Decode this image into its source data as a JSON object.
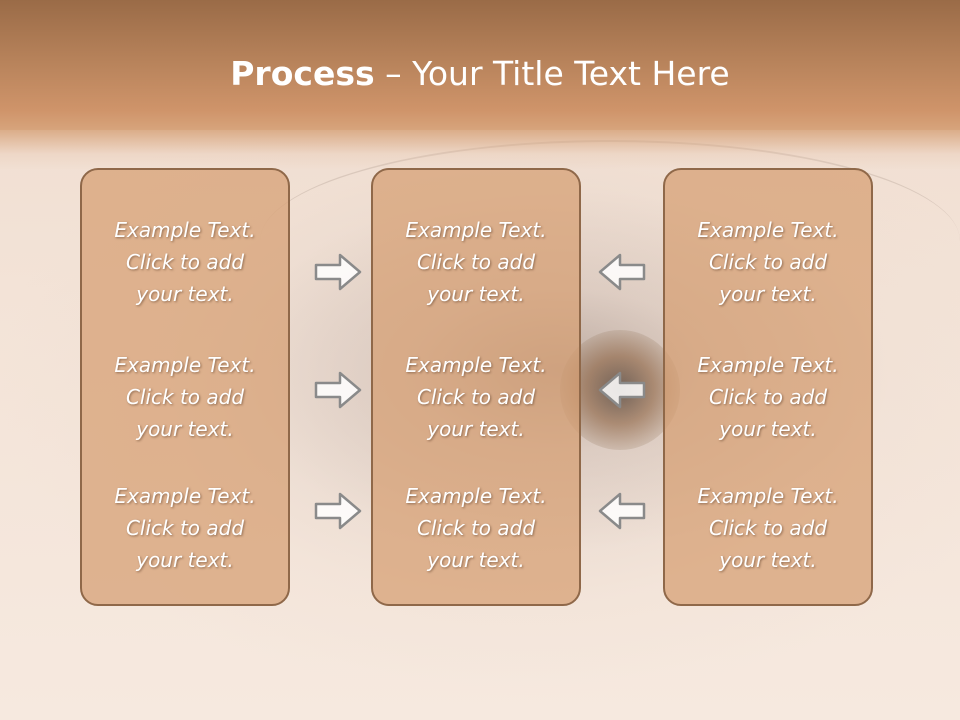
{
  "slide": {
    "title_bold": "Process",
    "title_rest": " – Your Title Text Here"
  },
  "columns": [
    {
      "items": [
        {
          "line1": "Example Text.",
          "line2": "Click  to add",
          "line3": "your text."
        },
        {
          "line1": "Example Text.",
          "line2": "Click  to add",
          "line3": "your text."
        },
        {
          "line1": "Example Text.",
          "line2": "Click  to add",
          "line3": "your text."
        }
      ]
    },
    {
      "items": [
        {
          "line1": "Example Text.",
          "line2": "Click  to add",
          "line3": "your text."
        },
        {
          "line1": "Example Text.",
          "line2": "Click  to add",
          "line3": "your text."
        },
        {
          "line1": "Example Text.",
          "line2": "Click  to add",
          "line3": "your text."
        }
      ]
    },
    {
      "items": [
        {
          "line1": "Example Text.",
          "line2": "Click  to add",
          "line3": "your text."
        },
        {
          "line1": "Example Text.",
          "line2": "Click  to add",
          "line3": "your text."
        },
        {
          "line1": "Example Text.",
          "line2": "Click  to add",
          "line3": "your text."
        }
      ]
    }
  ],
  "arrows": {
    "left_group": "arrow-right-icon",
    "right_group": "arrow-left-icon"
  },
  "colors": {
    "header": "#b9845c",
    "box_fill": "#d69e72",
    "box_border": "#8f6849",
    "text": "#ffffff"
  }
}
